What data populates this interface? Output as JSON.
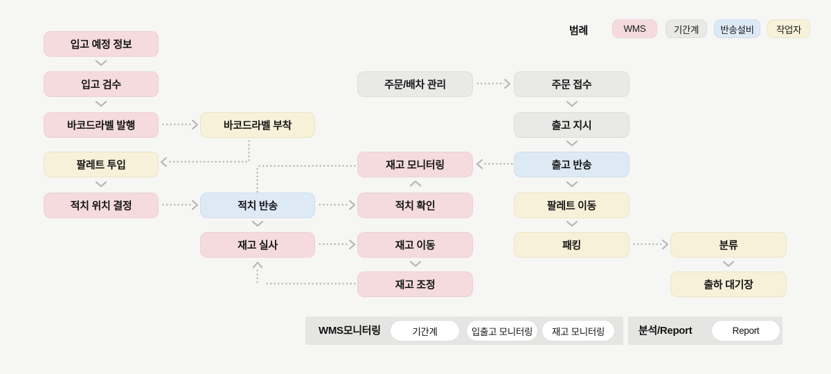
{
  "colors": {
    "background": "#f6f6f4",
    "wms": "#f5dbde",
    "core_system": "#e9e9e7",
    "conveyor": "#dde9f5",
    "worker": "#f8f1d9",
    "panel": "#e5e5e3",
    "connector": "#b4b4b2"
  },
  "legend": {
    "title": "범례",
    "items": [
      {
        "label": "WMS",
        "category": "wms"
      },
      {
        "label": "기간계",
        "category": "core_system"
      },
      {
        "label": "반송설비",
        "category": "conveyor"
      },
      {
        "label": "작업자",
        "category": "worker"
      }
    ]
  },
  "nodes": {
    "inbound_schedule": "입고 예정 정보",
    "inbound_inspection": "입고 검수",
    "barcode_label_issue": "바코드라벨 발행",
    "pallet_input": "팔레트 투입",
    "putaway_location": "적치 위치 결정",
    "barcode_label_attach": "바코드라벨 부착",
    "putaway_transfer": "적치 반송",
    "stock_count": "재고 실사",
    "order_dispatch": "주문/배차 관리",
    "stock_monitoring": "재고 모니터링",
    "putaway_confirm": "적치 확인",
    "stock_move": "재고 이동",
    "stock_adjust": "재고 조정",
    "order_receipt": "주문 접수",
    "shipping_instruction": "출고 지시",
    "shipping_transfer": "출고 반송",
    "pallet_move": "팔레트 이동",
    "packing": "패킹",
    "sorting": "분류",
    "shipping_yard": "출하 대기장"
  },
  "panels": {
    "wms_monitoring": {
      "label": "WMS모니터링",
      "buttons": [
        "기간계",
        "입출고 모니터링",
        "재고 모니터링"
      ]
    },
    "report": {
      "label": "분석/Report",
      "buttons": [
        "Report"
      ]
    }
  }
}
